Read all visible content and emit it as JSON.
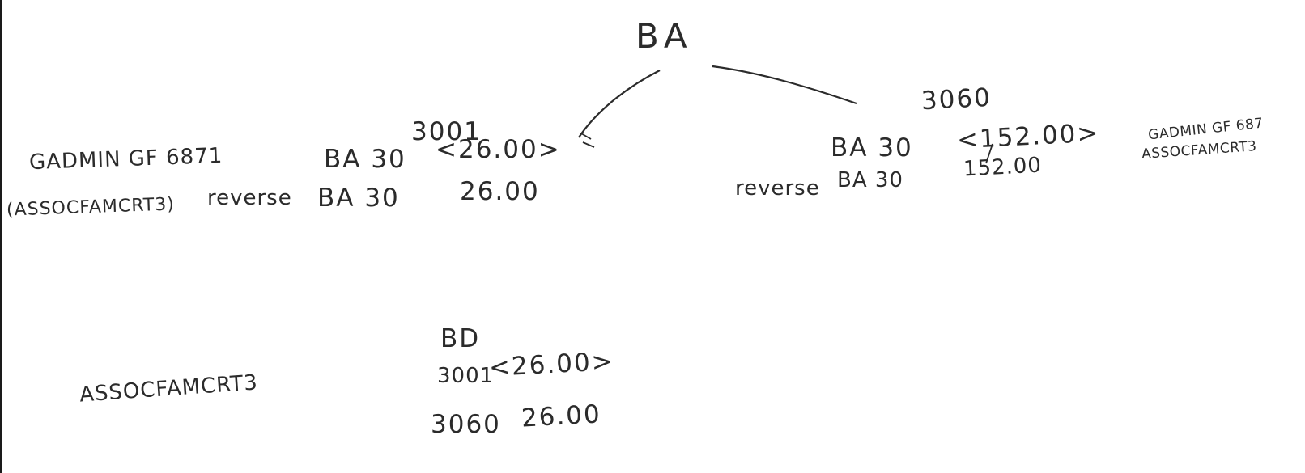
{
  "root": {
    "label": "BA"
  },
  "left_branch": {
    "account": "3001",
    "line1": {
      "code": "GADMIN GF 6871",
      "unit": "BA 30",
      "amount": "<26.00>"
    },
    "line2": {
      "code": "(ASSOCFAMCRT3)",
      "action": "reverse",
      "unit": "BA 30",
      "amount": "26.00"
    }
  },
  "right_branch": {
    "account": "3060",
    "line1": {
      "unit": "BA 30",
      "amount": "<152.00>",
      "code": "GADMIN GF 687"
    },
    "line2": {
      "action": "reverse",
      "unit": "BA 30",
      "amount": "152.00",
      "code": "ASSOCFAMCRT3"
    }
  },
  "bottom": {
    "code": "ASSOCFAMCRT3",
    "header": "BD",
    "row1": {
      "account": "3001",
      "amount": "<26.00>"
    },
    "row2": {
      "account": "3060",
      "amount": "26.00"
    }
  }
}
